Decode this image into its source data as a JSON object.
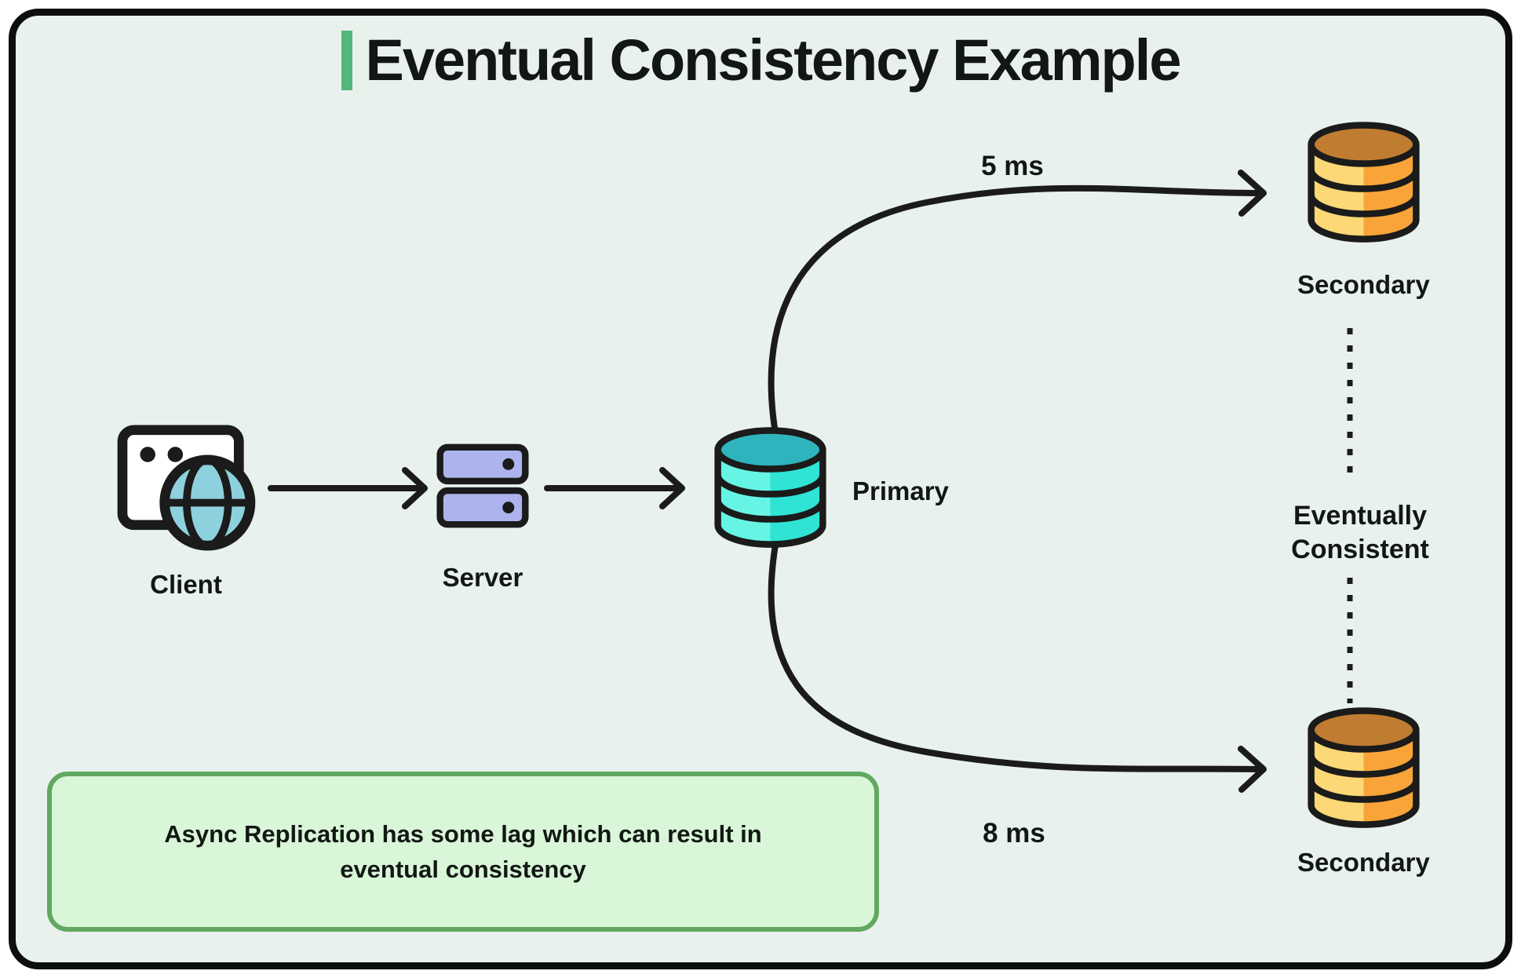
{
  "title": {
    "text": "Eventual Consistency Example"
  },
  "nodes": {
    "client": {
      "label": "Client"
    },
    "server": {
      "label": "Server"
    },
    "primary": {
      "label": "Primary"
    },
    "secondary_top": {
      "label": "Secondary"
    },
    "secondary_bottom": {
      "label": "Secondary"
    }
  },
  "edges": {
    "replication_top_latency": "5 ms",
    "replication_bottom_latency": "8 ms",
    "consistency_line1": "Eventually",
    "consistency_line2": "Consistent"
  },
  "note": {
    "line1": "Async Replication has some lag which can result in",
    "line2": "eventual consistency"
  },
  "colors": {
    "canvas_bg": "#e8f1ec",
    "frame_border": "#0b0e0c",
    "accent_green": "#52b87a",
    "ink": "#121714",
    "icon_outline": "#1a1b1a",
    "globe_blue": "#8ed1de",
    "server_lavender": "#adb3ec",
    "primary_top": "#2fb3bc",
    "primary_body_left": "#66f4e5",
    "primary_body_right": "#2fe3d5",
    "secondary_top": "#c07c31",
    "secondary_body_left": "#fdd876",
    "secondary_body_right": "#f8a439",
    "note_bg": "#d9f6d8",
    "note_border": "#61a861"
  }
}
